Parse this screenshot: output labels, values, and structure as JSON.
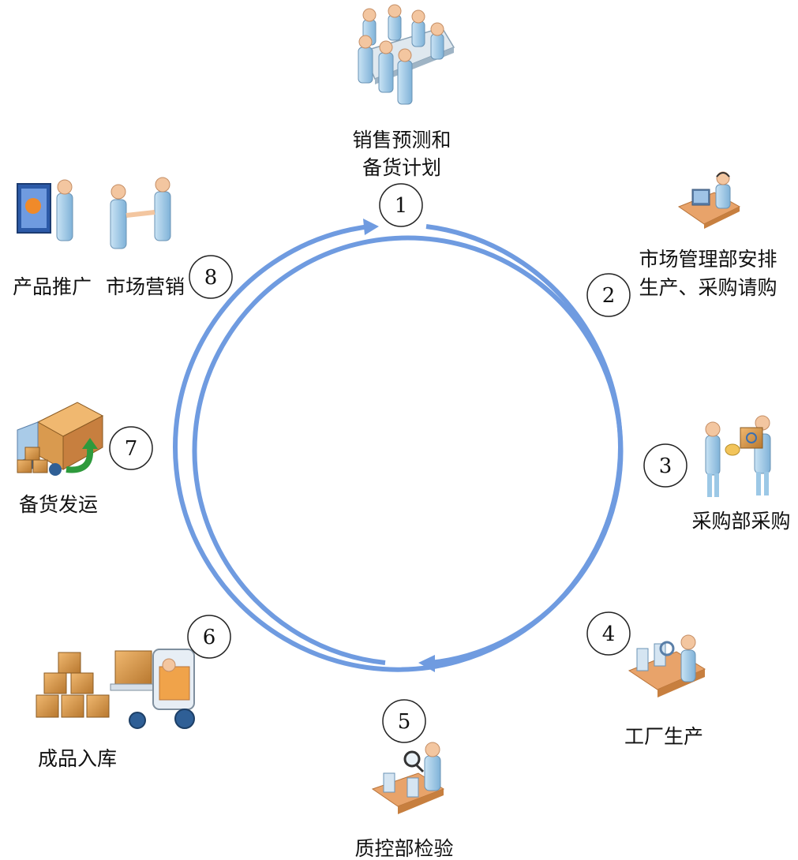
{
  "colors": {
    "ring": "#6f9be0",
    "person_skin": "#f3c6a0",
    "person_body": "#9cc8e6",
    "box": "#d99a4f",
    "belt": "#e8a36a",
    "truck_green": "#2e9a3c",
    "screen_blue": "#2c5aa8"
  },
  "steps": [
    {
      "number": "1",
      "lines": [
        "销售预测和",
        "备货计划"
      ],
      "icon": "meeting-icon"
    },
    {
      "number": "2",
      "lines": [
        "市场管理部安排",
        "生产、采购请购"
      ],
      "icon": "desk-worker-icon"
    },
    {
      "number": "3",
      "lines": [
        "采购部采购"
      ],
      "icon": "purchase-handover-icon"
    },
    {
      "number": "4",
      "lines": [
        "工厂生产"
      ],
      "icon": "factory-production-icon"
    },
    {
      "number": "5",
      "lines": [
        "质控部检验"
      ],
      "icon": "inspection-icon"
    },
    {
      "number": "6",
      "lines": [
        "成品入库"
      ],
      "icon": "warehouse-forklift-icon"
    },
    {
      "number": "7",
      "lines": [
        "备货发运"
      ],
      "icon": "shipping-truck-icon"
    },
    {
      "number": "8",
      "lines": [
        "产品推广",
        "市场营销"
      ],
      "icon": "promotion-icon"
    }
  ]
}
